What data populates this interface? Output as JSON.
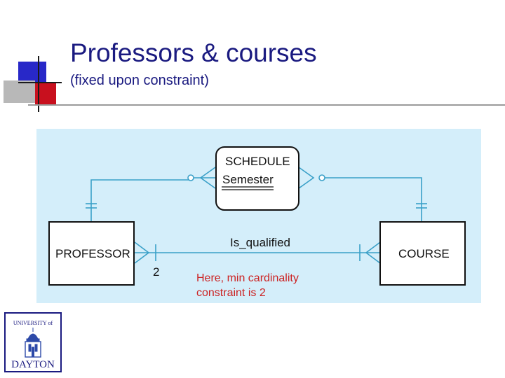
{
  "slide": {
    "title": "Professors & courses",
    "subtitle": "(fixed upon constraint)"
  },
  "diagram": {
    "entities": {
      "professor": "PROFESSOR",
      "course": "COURSE",
      "schedule": "SCHEDULE",
      "schedule_attribute": "Semester"
    },
    "relationship_label": "Is_qualified",
    "min_cardinality_label": "2",
    "note": "Here, min cardinality constraint is 2"
  },
  "logo": {
    "line1": "UNIVERSITY of",
    "line2": "DAYTON"
  },
  "colors": {
    "title": "#1a1a80",
    "panel": "#d4eefa",
    "connector": "#3aa0c8",
    "note": "#cc2222",
    "deco_blue": "#2020c8",
    "deco_red": "#c8101e"
  }
}
